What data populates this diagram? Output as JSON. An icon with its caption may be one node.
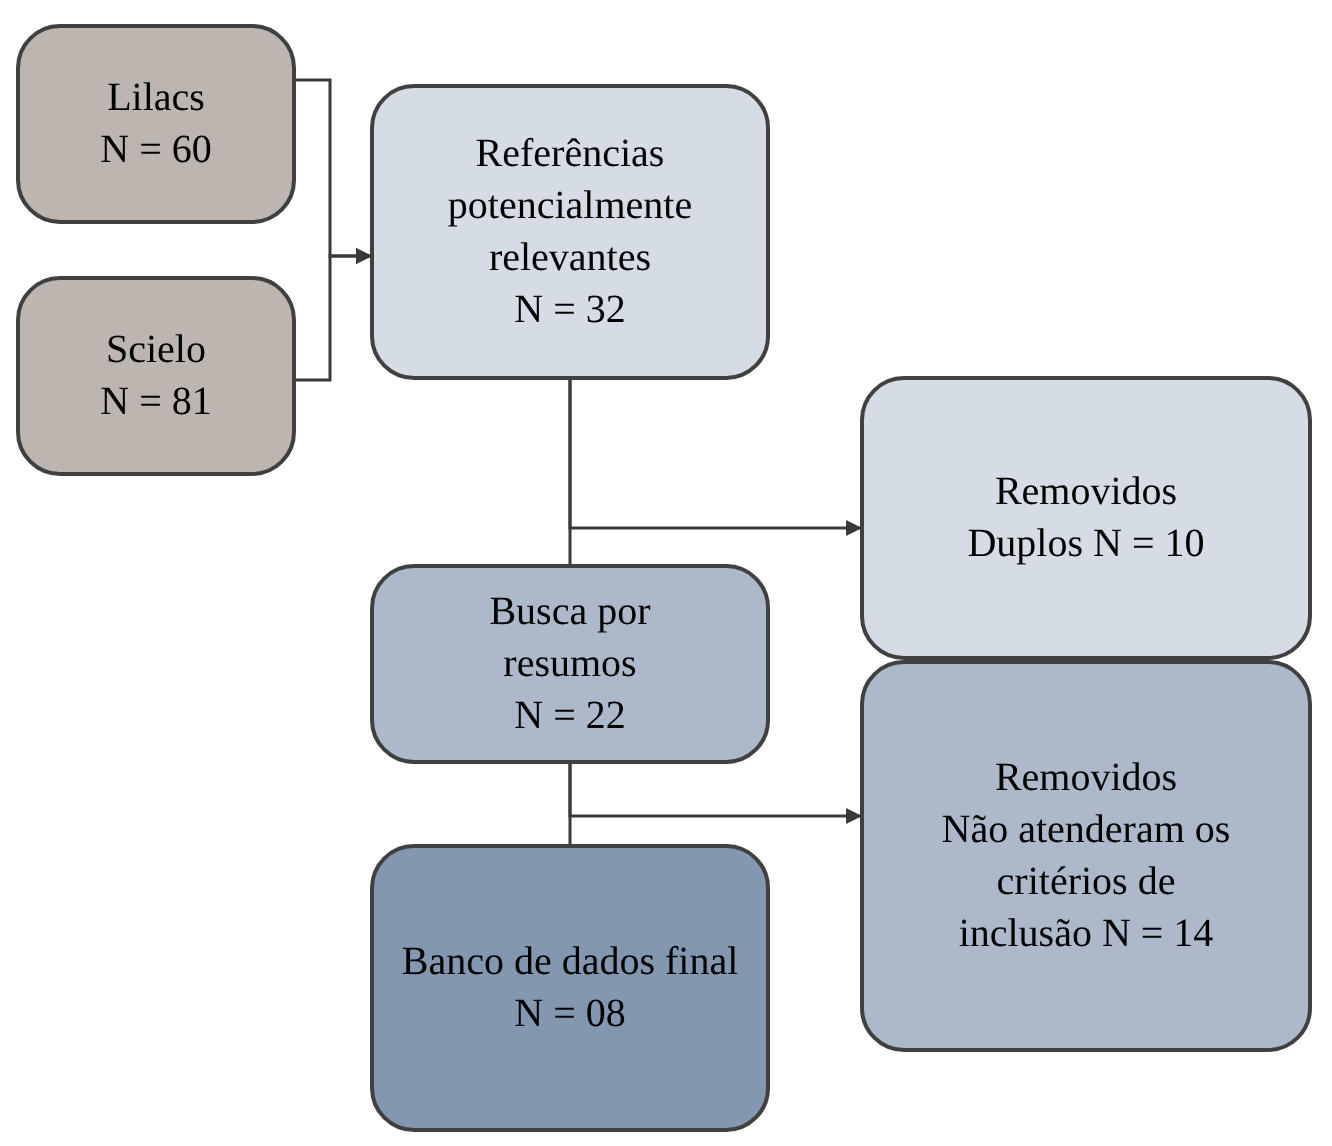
{
  "diagram": {
    "nodes": [
      {
        "text": [
          "Lilacs",
          "N = 60"
        ]
      },
      {
        "text": [
          "Scielo",
          "N = 81"
        ]
      },
      {
        "text": [
          "Referências potencialmente relevantes",
          "N = 32"
        ]
      },
      {
        "text": [
          "Removidos",
          "Duplos N = 10"
        ]
      },
      {
        "text": [
          "Busca por resumos",
          "N = 22"
        ]
      },
      {
        "text": [
          "Removidos",
          "Não atenderam os critérios de inclusão N = 14"
        ]
      },
      {
        "text": [
          "Banco de dados final",
          "N = 08"
        ]
      }
    ],
    "edges": [
      {
        "from": 0,
        "to": 2,
        "arrow": "to"
      },
      {
        "from": 1,
        "to": 2,
        "arrow": "to"
      },
      {
        "from": 2,
        "to": 3,
        "arrow": "to"
      },
      {
        "from": 2,
        "to": 4,
        "arrow": "none"
      },
      {
        "from": 4,
        "to": 5,
        "arrow": "to"
      },
      {
        "from": 4,
        "to": 6,
        "arrow": "none"
      }
    ]
  }
}
